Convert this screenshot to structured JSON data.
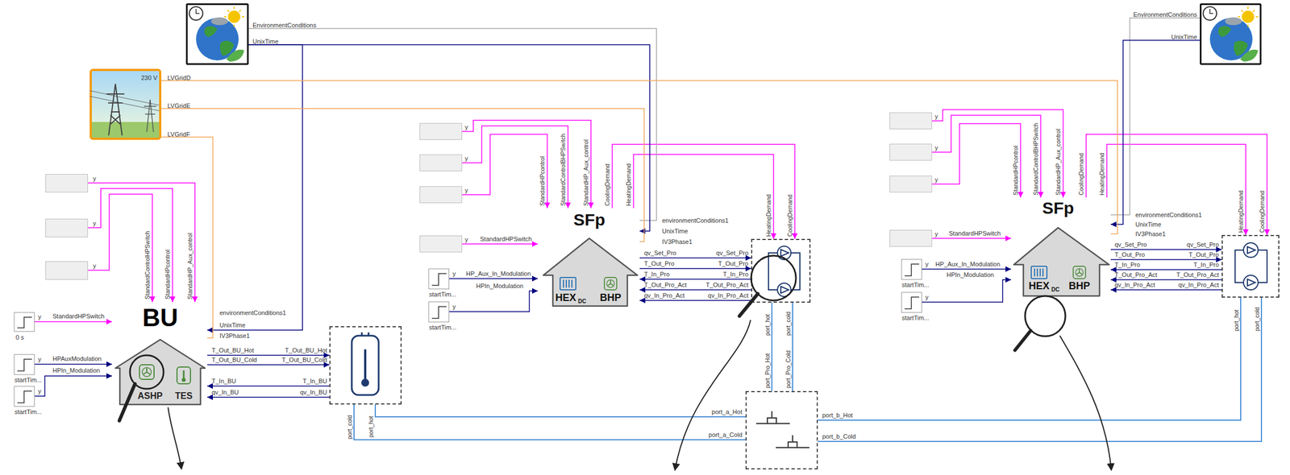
{
  "diagram": {
    "nodes": [
      {
        "text": [
          "EnvironmentConditions",
          "UnixTime"
        ]
      },
      {
        "text": [
          "230 V",
          "LVGridD",
          "LVGridE",
          "LVGridF"
        ]
      },
      {
        "text": [
          "EnvironmentConditions",
          "UnixTime"
        ]
      },
      {
        "text": [
          "y"
        ]
      },
      {
        "text": [
          "y"
        ]
      },
      {
        "text": [
          "y"
        ]
      },
      {
        "text": [
          "y",
          "0 s"
        ]
      },
      {
        "text": [
          "y",
          "startTim..."
        ]
      },
      {
        "text": [
          "y",
          "startTim..."
        ]
      },
      {
        "text": [
          "BU",
          "ASHP",
          "TES"
        ]
      },
      {
        "text": [
          "port_cold",
          "port_hot"
        ]
      },
      {
        "text": [
          "y"
        ]
      },
      {
        "text": [
          "y"
        ]
      },
      {
        "text": [
          "y"
        ]
      },
      {
        "text": [
          "y"
        ]
      },
      {
        "text": [
          "y",
          "startTim..."
        ]
      },
      {
        "text": [
          "y",
          "startTim..."
        ]
      },
      {
        "text": [
          "SFp",
          "HEX",
          "DC",
          "BHP"
        ]
      },
      {
        "text": [
          "port_hot",
          "port_cold"
        ]
      },
      {
        "text": [
          "port_Pro_Hot",
          "port_Pro_Cold",
          "port_a_Hot",
          "port_a_Cold",
          "port_b_Hot",
          "port_b_Cold"
        ]
      },
      {
        "text": [
          "y"
        ]
      },
      {
        "text": [
          "y"
        ]
      },
      {
        "text": [
          "y"
        ]
      },
      {
        "text": [
          "y"
        ]
      },
      {
        "text": [
          "y",
          "startTim..."
        ]
      },
      {
        "text": [
          "y",
          "startTim..."
        ]
      },
      {
        "text": [
          "SFp",
          "HEX",
          "DC",
          "BHP"
        ]
      },
      {
        "text": [
          "port_hot",
          "port_cold"
        ]
      }
    ],
    "edges": [
      {
        "from": 3,
        "to": 9,
        "arrow": "to"
      },
      {
        "from": 4,
        "to": 9,
        "arrow": "to"
      },
      {
        "from": 5,
        "to": 9,
        "arrow": "to"
      },
      {
        "from": 6,
        "to": 9,
        "arrow": "to"
      },
      {
        "from": 7,
        "to": 9,
        "arrow": "to"
      },
      {
        "from": 8,
        "to": 9,
        "arrow": "to"
      },
      {
        "from": 9,
        "to": 10,
        "arrow": "to"
      },
      {
        "from": 9,
        "to": 10,
        "arrow": "to"
      },
      {
        "from": 10,
        "to": 9,
        "arrow": "to"
      },
      {
        "from": 10,
        "to": 9,
        "arrow": "to"
      },
      {
        "from": 0,
        "to": 9,
        "arrow": "to"
      },
      {
        "from": 1,
        "to": 9,
        "arrow": "none"
      },
      {
        "from": 10,
        "to": 19,
        "arrow": "none"
      },
      {
        "from": 10,
        "to": 19,
        "arrow": "none"
      },
      {
        "from": 11,
        "to": 17,
        "arrow": "to"
      },
      {
        "from": 12,
        "to": 17,
        "arrow": "to"
      },
      {
        "from": 13,
        "to": 17,
        "arrow": "to"
      },
      {
        "from": 14,
        "to": 17,
        "arrow": "to"
      },
      {
        "from": 15,
        "to": 17,
        "arrow": "to"
      },
      {
        "from": 16,
        "to": 17,
        "arrow": "to"
      },
      {
        "from": 17,
        "to": 18,
        "arrow": "to"
      },
      {
        "from": 17,
        "to": 18,
        "arrow": "to"
      },
      {
        "from": 18,
        "to": 17,
        "arrow": "to"
      },
      {
        "from": 18,
        "to": 17,
        "arrow": "to"
      },
      {
        "from": 18,
        "to": 17,
        "arrow": "to"
      },
      {
        "from": 17,
        "to": 18,
        "arrow": "to"
      },
      {
        "from": 17,
        "to": 18,
        "arrow": "to"
      },
      {
        "from": 0,
        "to": 17,
        "arrow": "none"
      },
      {
        "from": 0,
        "to": 17,
        "arrow": "to"
      },
      {
        "from": 1,
        "to": 17,
        "arrow": "none"
      },
      {
        "from": 18,
        "to": 19,
        "arrow": "none"
      },
      {
        "from": 18,
        "to": 19,
        "arrow": "none"
      },
      {
        "from": 20,
        "to": 26,
        "arrow": "to"
      },
      {
        "from": 21,
        "to": 26,
        "arrow": "to"
      },
      {
        "from": 22,
        "to": 26,
        "arrow": "to"
      },
      {
        "from": 23,
        "to": 26,
        "arrow": "to"
      },
      {
        "from": 24,
        "to": 26,
        "arrow": "to"
      },
      {
        "from": 25,
        "to": 26,
        "arrow": "to"
      },
      {
        "from": 26,
        "to": 27,
        "arrow": "to"
      },
      {
        "from": 26,
        "to": 27,
        "arrow": "to"
      },
      {
        "from": 27,
        "to": 26,
        "arrow": "to"
      },
      {
        "from": 27,
        "to": 26,
        "arrow": "to"
      },
      {
        "from": 27,
        "to": 26,
        "arrow": "to"
      },
      {
        "from": 26,
        "to": 27,
        "arrow": "to"
      },
      {
        "from": 26,
        "to": 27,
        "arrow": "to"
      },
      {
        "from": 2,
        "to": 26,
        "arrow": "none"
      },
      {
        "from": 2,
        "to": 26,
        "arrow": "to"
      },
      {
        "from": 1,
        "to": 26,
        "arrow": "none"
      },
      {
        "from": 27,
        "to": 19,
        "arrow": "none"
      },
      {
        "from": 27,
        "to": 19,
        "arrow": "none"
      }
    ],
    "labels": [
      "StandardControlHPSwitch",
      "StandardHPcontrol",
      "StandardHP_Aux_control",
      "StandardHPSwitch",
      "HPAuxModulation",
      "HPIn_Modulation",
      "environmentConditions1",
      "UnixTime",
      "IV3Phase1",
      "T_Out_BU_Hot",
      "T_Out_BU_Cold",
      "T_In_BU",
      "qv_In_BU",
      "T_Out_BU_Hot",
      "T_Out_BU_Cold",
      "T_In_BU",
      "qv_In_BU",
      "StandardHPcontrol",
      "StandardControlBHPSwitch",
      "StandardHP_Aux_control",
      "CoolingDemand",
      "HeatingDemand",
      "StandardHPSwitch",
      "HP_Aux_In_Modulation",
      "HPIn_Modulation",
      "environmentConditions1",
      "UnixTime",
      "IV3Phase1",
      "qv_Set_Pro",
      "T_Out_Pro",
      "T_In_Pro",
      "T_Out_Pro_Act",
      "qv_In_Pro_Act",
      "qv_Set_Pro",
      "T_Out_Pro",
      "T_In_Pro",
      "T_Out_Pro_Act",
      "qv_In_Pro_Act",
      "HeatingDemand",
      "CoolingDemand",
      "StandardHPcontrol",
      "StandardControlBHPSwitch",
      "StandardHP_Aux_control",
      "CoolingDemand",
      "HeatingDemand",
      "StandardHPSwitch",
      "HP_Aux_In_Modulation",
      "HPIn_Modulation",
      "environmentConditions1",
      "UnixTime",
      "IV3Phase1",
      "qv_Set_Pro",
      "T_Out_Pro",
      "T_In_Pro",
      "T_Out_Pro_Act",
      "qv_In_Pro_Act",
      "qv_Set_Pro",
      "T_Out_Pro",
      "T_In_Pro",
      "T_Out_Pro_Act",
      "qv_In_Pro_Act",
      "HeatingDemand",
      "CoolingDemand"
    ]
  }
}
